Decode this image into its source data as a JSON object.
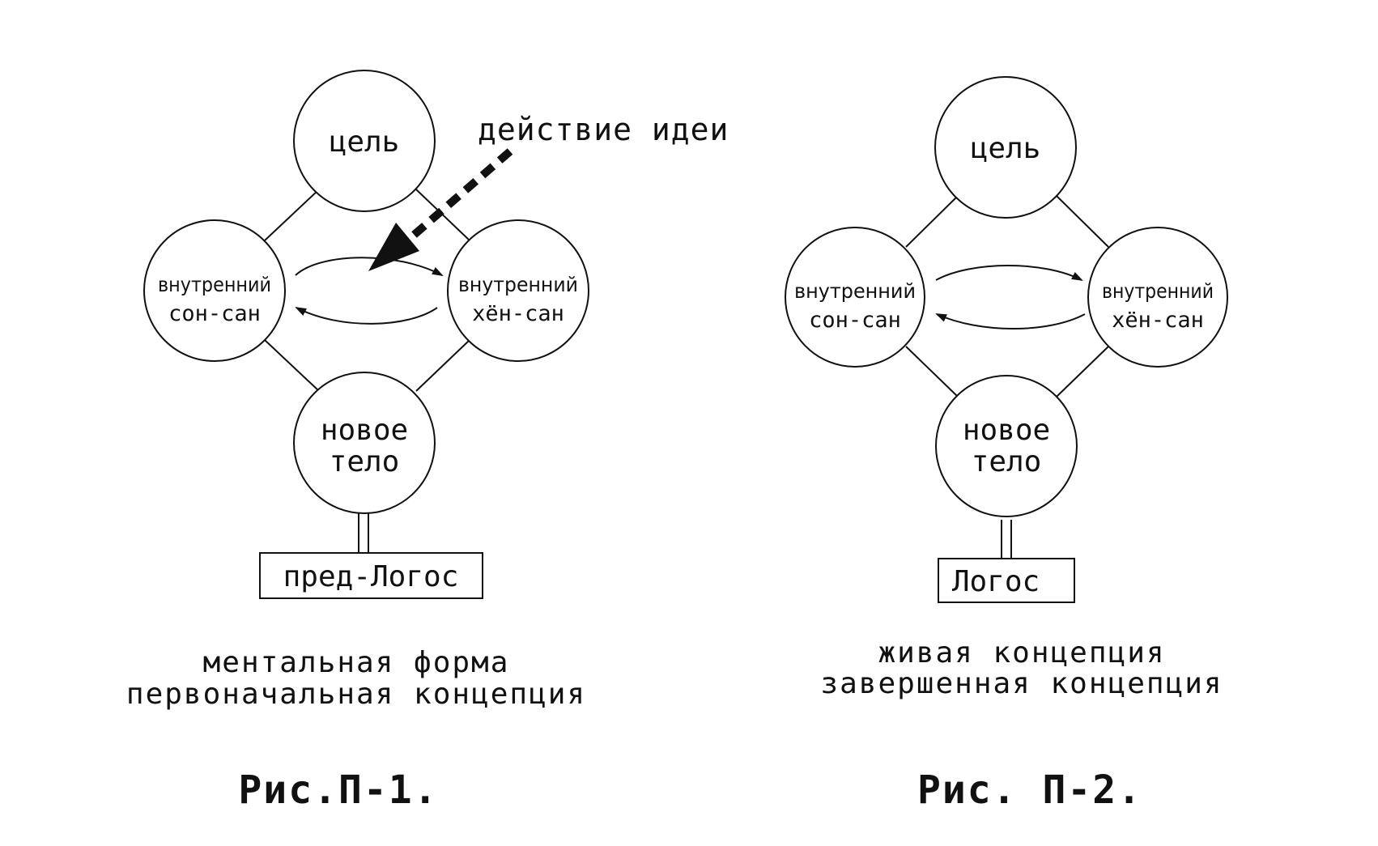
{
  "fig1": {
    "goal": "цель",
    "left_line1": "внутренний",
    "left_line2": "сон-сан",
    "right_line1": "внутренний",
    "right_line2": "хён-сан",
    "body_line1": "новое",
    "body_line2": "тело",
    "box": "пред-Логос",
    "arrow_label": "действие идеи",
    "caption_line1": "ментальная форма",
    "caption_line2": "первоначальная концепция",
    "figure_label": "Рис.П-1."
  },
  "fig2": {
    "goal": "цель",
    "left_line1": "внутренний",
    "left_line2": "сон-сан",
    "right_line1": "внутренний",
    "right_line2": "хён-сан",
    "body_line1": "новое",
    "body_line2": "тело",
    "box": "Логос",
    "caption_line1": "живая концепция",
    "caption_line2": "завершенная концепция",
    "figure_label": "Рис. П-2."
  }
}
